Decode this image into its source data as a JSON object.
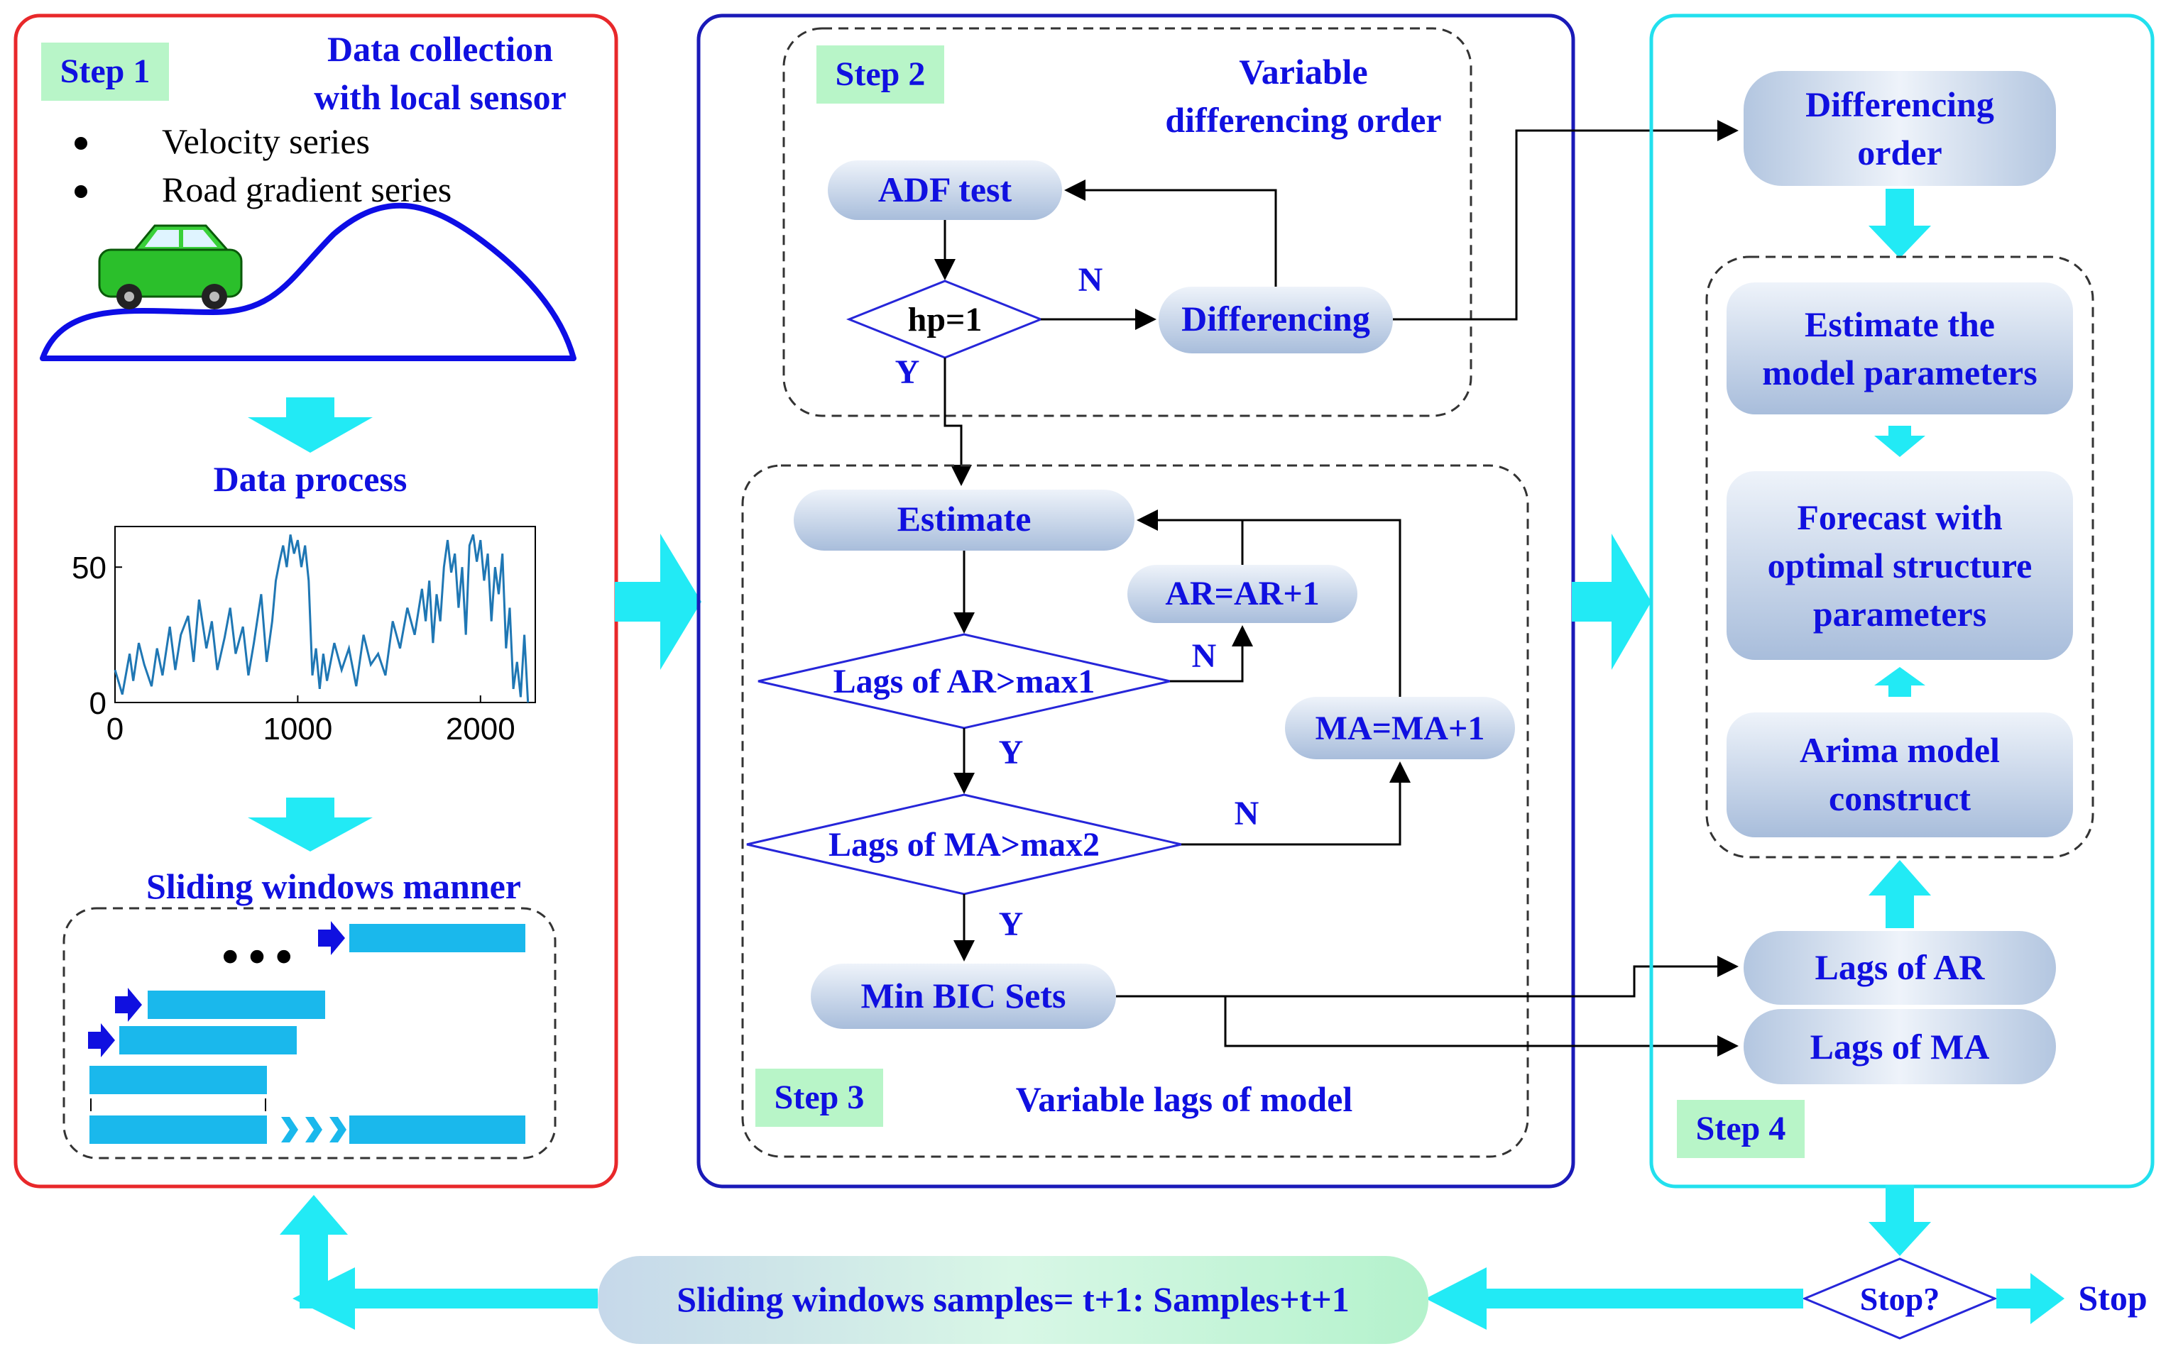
{
  "colors": {
    "step1_border": "#e8282a",
    "step2_border": "#1a1ab8",
    "step4_border": "#22e0ee",
    "heading_blue": "#1010e0",
    "cyan_arrow": "#22eaf5",
    "step_tag_fill": "#b8f5c8",
    "node_fill_top": "#e6eef8",
    "node_fill_bottom": "#a9bedb",
    "diamond_stroke": "#2626d9",
    "bar_fill": "#1ab8ec",
    "plot_line": "#1f77b4"
  },
  "step1": {
    "tag": "Step 1",
    "title_line1": "Data collection",
    "title_line2": "with local sensor",
    "bullets": [
      "Velocity series",
      "Road gradient series"
    ],
    "process_label": "Data process",
    "sliding_label": "Sliding windows manner",
    "ellipsis": "•••",
    "car_icon": "car-icon",
    "road_icon": "road-profile-icon"
  },
  "step2": {
    "tag": "Step 2",
    "title_line1": "Variable",
    "title_line2": "differencing order",
    "adf": "ADF test",
    "hp": "hp=1",
    "differencing": "Differencing",
    "n_label": "N",
    "y_label": "Y"
  },
  "step3": {
    "tag": "Step 3",
    "title": "Variable lags of model",
    "estimate": "Estimate",
    "ar_inc": "AR=AR+1",
    "ma_inc": "MA=MA+1",
    "ar_check": "Lags of AR>max1",
    "ma_check": "Lags of MA>max2",
    "min_bic": "Min BIC Sets",
    "n_label": "N",
    "y_label": "Y"
  },
  "step4": {
    "tag": "Step 4",
    "diff_order_line1": "Differencing",
    "diff_order_line2": "order",
    "estimate_line1": "Estimate the",
    "estimate_line2": "model parameters",
    "forecast_line1": "Forecast with",
    "forecast_line2": "optimal structure",
    "forecast_line3": "parameters",
    "arima_line1": "Arima model",
    "arima_line2": "construct",
    "lags_ar": "Lags of AR",
    "lags_ma": "Lags of MA"
  },
  "bottom": {
    "sliding_samples": "Sliding windows samples= t+1: Samples+t+1",
    "stop_q": "Stop?",
    "stop": "Stop"
  },
  "chart_data": {
    "type": "line",
    "title": "",
    "xlabel": "",
    "ylabel": "",
    "xlim": [
      0,
      2300
    ],
    "ylim": [
      0,
      65
    ],
    "xticks": [
      "0",
      "1000",
      "2000"
    ],
    "yticks": [
      "0",
      "50"
    ],
    "x": [
      0,
      40,
      80,
      100,
      130,
      160,
      200,
      230,
      260,
      300,
      330,
      360,
      400,
      430,
      460,
      500,
      530,
      560,
      600,
      630,
      660,
      700,
      730,
      760,
      800,
      830,
      860,
      880,
      900,
      920,
      940,
      960,
      980,
      1000,
      1020,
      1040,
      1060,
      1080,
      1100,
      1120,
      1140,
      1160,
      1200,
      1240,
      1280,
      1320,
      1360,
      1400,
      1440,
      1480,
      1520,
      1560,
      1600,
      1640,
      1680,
      1700,
      1720,
      1740,
      1760,
      1780,
      1800,
      1820,
      1840,
      1860,
      1880,
      1900,
      1920,
      1940,
      1960,
      1980,
      2000,
      2020,
      2040,
      2060,
      2080,
      2100,
      2120,
      2140,
      2160,
      2180,
      2200,
      2220,
      2240,
      2260
    ],
    "y": [
      12,
      3,
      18,
      8,
      22,
      14,
      6,
      20,
      10,
      28,
      12,
      25,
      32,
      15,
      38,
      20,
      30,
      12,
      24,
      35,
      18,
      28,
      10,
      22,
      40,
      15,
      30,
      45,
      52,
      58,
      50,
      62,
      55,
      60,
      50,
      58,
      45,
      10,
      20,
      5,
      18,
      8,
      22,
      12,
      20,
      6,
      25,
      14,
      18,
      10,
      30,
      20,
      35,
      25,
      42,
      30,
      45,
      22,
      40,
      30,
      50,
      60,
      48,
      55,
      35,
      50,
      25,
      58,
      62,
      52,
      60,
      45,
      55,
      30,
      50,
      40,
      55,
      20,
      35,
      5,
      15,
      2,
      25,
      0
    ]
  }
}
